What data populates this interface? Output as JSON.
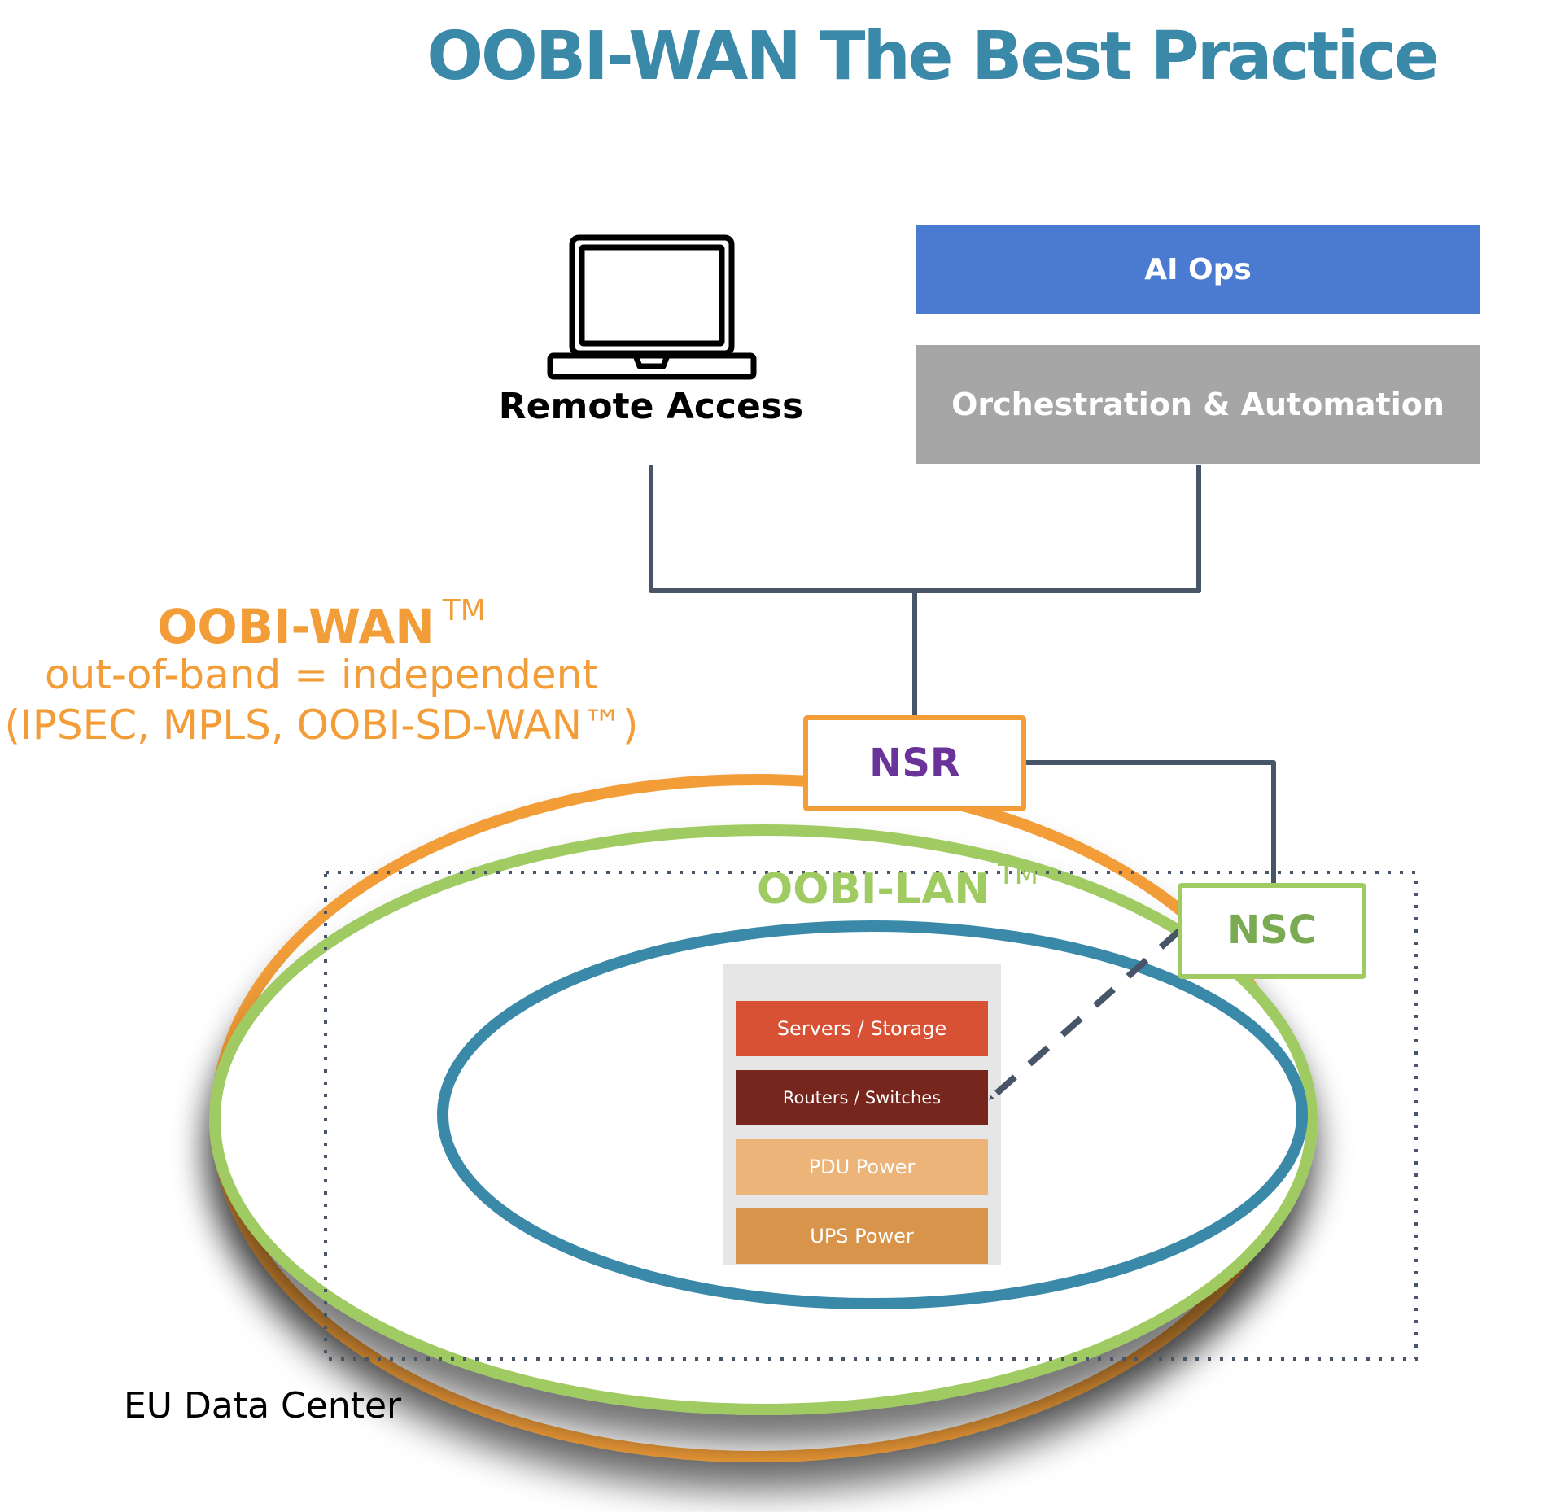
{
  "title": "OOBI-WAN The Best Practice",
  "remote_access": {
    "icon": "laptop-icon",
    "label": "Remote Access"
  },
  "ai_ops": {
    "label": "AI Ops",
    "color": "#4a7bd1"
  },
  "orchestration": {
    "label": "Orchestration & Automation",
    "color": "#a6a6a6"
  },
  "oobi_wan": {
    "name": "OOBI-WAN",
    "trademark": "TM",
    "subtitle_line1": "out-of-band = independent",
    "subtitle_line2": "(IPSEC, MPLS, OOBI-SD-WAN™)",
    "color": "#f29d38"
  },
  "oobi_lan": {
    "name": "OOBI-LAN",
    "trademark": "TM",
    "color": "#a0cb62"
  },
  "nodes": {
    "nsr": {
      "label": "NSR",
      "border_color": "#f29d38",
      "text_color": "#6a3399"
    },
    "nsc": {
      "label": "NSC",
      "border_color": "#a0cb62",
      "text_color": "#7aab52"
    }
  },
  "rack": {
    "items": [
      {
        "label": "Servers / Storage",
        "color": "#d95134"
      },
      {
        "label": "Routers / Switches",
        "color": "#77261e"
      },
      {
        "label": "PDU Power",
        "color": "#ecb479"
      },
      {
        "label": "UPS Power",
        "color": "#d9944c"
      }
    ]
  },
  "inner_ring_color": "#3a89a9",
  "connector_color": "#485569",
  "data_center_label": "EU Data Center"
}
